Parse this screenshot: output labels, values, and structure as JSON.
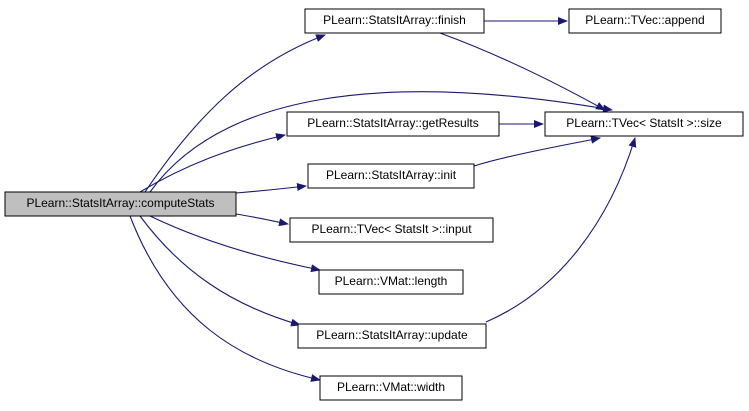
{
  "colors": {
    "edge": "#191970",
    "node_fill": "#ffffff",
    "root_fill": "#bfbfbf",
    "border": "#000000"
  },
  "nodes": [
    {
      "id": "computeStats",
      "label": "PLearn::StatsItArray::computeStats",
      "root": true
    },
    {
      "id": "finish",
      "label": "PLearn::StatsItArray::finish"
    },
    {
      "id": "append",
      "label": "PLearn::TVec::append"
    },
    {
      "id": "getResults",
      "label": "PLearn::StatsItArray::getResults"
    },
    {
      "id": "size",
      "label": "PLearn::TVec< StatsIt >::size"
    },
    {
      "id": "init",
      "label": "PLearn::StatsItArray::init"
    },
    {
      "id": "input",
      "label": "PLearn::TVec< StatsIt >::input"
    },
    {
      "id": "length",
      "label": "PLearn::VMat::length"
    },
    {
      "id": "update",
      "label": "PLearn::StatsItArray::update"
    },
    {
      "id": "width",
      "label": "PLearn::VMat::width"
    }
  ],
  "edges": [
    {
      "from": "computeStats",
      "to": "finish"
    },
    {
      "from": "computeStats",
      "to": "size"
    },
    {
      "from": "computeStats",
      "to": "getResults"
    },
    {
      "from": "computeStats",
      "to": "init"
    },
    {
      "from": "computeStats",
      "to": "input"
    },
    {
      "from": "computeStats",
      "to": "length"
    },
    {
      "from": "computeStats",
      "to": "update"
    },
    {
      "from": "computeStats",
      "to": "width"
    },
    {
      "from": "finish",
      "to": "append"
    },
    {
      "from": "finish",
      "to": "size"
    },
    {
      "from": "getResults",
      "to": "size"
    },
    {
      "from": "init",
      "to": "size"
    },
    {
      "from": "update",
      "to": "size"
    }
  ]
}
